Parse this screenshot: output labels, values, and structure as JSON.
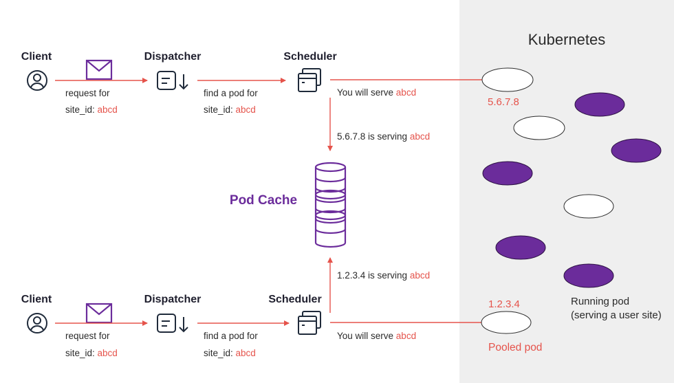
{
  "kubernetes_title": "Kubernetes",
  "colors": {
    "accent_red": "#e5534b",
    "pod_purple": "#6b2c9b",
    "panel_bg": "#efefef"
  },
  "top_flow": {
    "client_label": "Client",
    "dispatcher_label": "Dispatcher",
    "scheduler_label": "Scheduler",
    "request_line1": "request for",
    "request_prefix": "site_id: ",
    "request_site": "abcd",
    "find_line1": "find a pod for",
    "find_prefix": "site_id: ",
    "find_site": "abcd",
    "serve_prefix": "You will serve ",
    "serve_site": "abcd",
    "cache_msg_prefix": "5.6.7.8 is serving ",
    "cache_msg_site": "abcd",
    "pod_ip": "5.6.7.8"
  },
  "bottom_flow": {
    "client_label": "Client",
    "dispatcher_label": "Dispatcher",
    "scheduler_label": "Scheduler",
    "request_line1": "request for",
    "request_prefix": "site_id: ",
    "request_site": "abcd",
    "find_line1": "find a pod for",
    "find_prefix": "site_id: ",
    "find_site": "abcd",
    "serve_prefix": "You will serve ",
    "serve_site": "abcd",
    "cache_msg_prefix": "1.2.3.4 is serving ",
    "cache_msg_site": "abcd",
    "pod_ip": "1.2.3.4"
  },
  "pod_cache_label": "Pod Cache",
  "legend": {
    "running_line1": "Running pod",
    "running_line2": "(serving a user site)",
    "pooled": "Pooled pod"
  },
  "icons": [
    "user-icon",
    "envelope-icon",
    "dispatcher-icon",
    "scheduler-icon",
    "database-icon"
  ]
}
